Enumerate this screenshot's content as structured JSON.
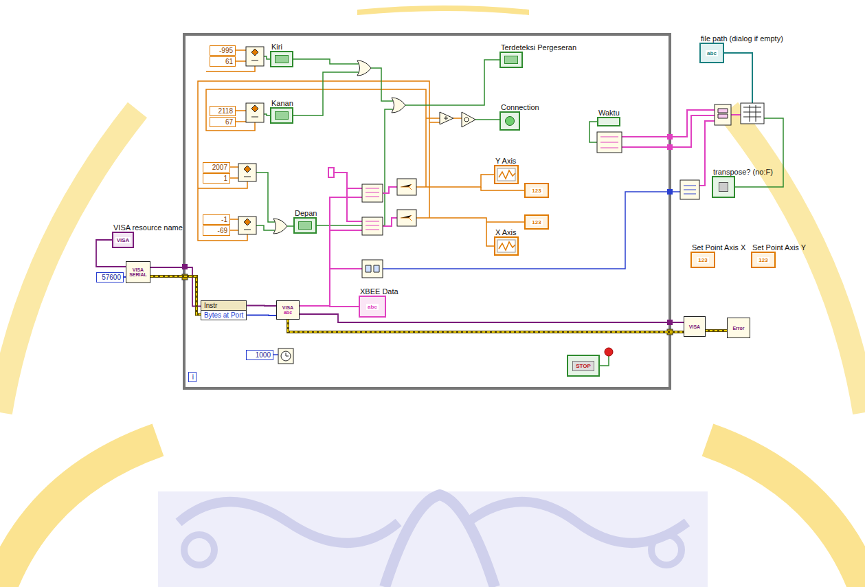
{
  "diagram": {
    "nodes": [
      {
        "text": [
          "VISA resource name",
          "VISA"
        ]
      },
      {
        "text": [
          "57600"
        ]
      },
      {
        "text": [
          "VISA SERIAL"
        ]
      },
      {
        "text": [
          "Instr",
          "Bytes at Port"
        ]
      },
      {
        "text": [
          "VISA",
          "abc"
        ]
      },
      {
        "text": [
          "XBEE Data",
          "abc"
        ]
      },
      {
        "text": [
          "1000"
        ]
      },
      {
        "text": [
          "-995"
        ]
      },
      {
        "text": [
          "61"
        ]
      },
      {
        "text": [
          "Kiri"
        ]
      },
      {
        "text": [
          "2118"
        ]
      },
      {
        "text": [
          "67"
        ]
      },
      {
        "text": [
          "Kanan"
        ]
      },
      {
        "text": [
          "2007"
        ]
      },
      {
        "text": [
          "1"
        ]
      },
      {
        "text": [
          "-1"
        ]
      },
      {
        "text": [
          "-69"
        ]
      },
      {
        "text": [
          "Depan"
        ]
      },
      {
        "text": [
          "Terdeteksi Pergeseran"
        ]
      },
      {
        "text": [
          "Connection"
        ]
      },
      {
        "text": [
          "Y Axis"
        ]
      },
      {
        "text": [
          "123"
        ]
      },
      {
        "text": [
          "123"
        ]
      },
      {
        "text": [
          "X Axis"
        ]
      },
      {
        "text": [
          "Waktu"
        ]
      },
      {
        "text": [
          "file path (dialog if empty)",
          "abc"
        ]
      },
      {
        "text": [
          "transpose? (no:F)"
        ]
      },
      {
        "text": [
          "Set Point Axis X",
          "123"
        ]
      },
      {
        "text": [
          "Set Point Axis Y",
          "123"
        ]
      },
      {
        "text": [
          "VISA"
        ]
      },
      {
        "text": [
          "Error"
        ]
      },
      {
        "text": [
          "STOP"
        ]
      },
      {
        "text": [
          "i"
        ]
      }
    ],
    "edges": [
      {
        "from": 0,
        "to": 2,
        "arrow": "none"
      },
      {
        "from": 1,
        "to": 2,
        "arrow": "none"
      },
      {
        "from": 2,
        "to": 3,
        "arrow": "none"
      },
      {
        "from": 2,
        "to": 3,
        "arrow": "none"
      },
      {
        "from": 3,
        "to": 4,
        "arrow": "none"
      },
      {
        "from": 3,
        "to": 4,
        "arrow": "none"
      },
      {
        "from": 4,
        "to": 5,
        "arrow": "none"
      },
      {
        "from": 4,
        "to": 29,
        "arrow": "none"
      },
      {
        "from": 4,
        "to": 29,
        "arrow": "none"
      },
      {
        "from": 29,
        "to": 30,
        "arrow": "none"
      }
    ]
  }
}
